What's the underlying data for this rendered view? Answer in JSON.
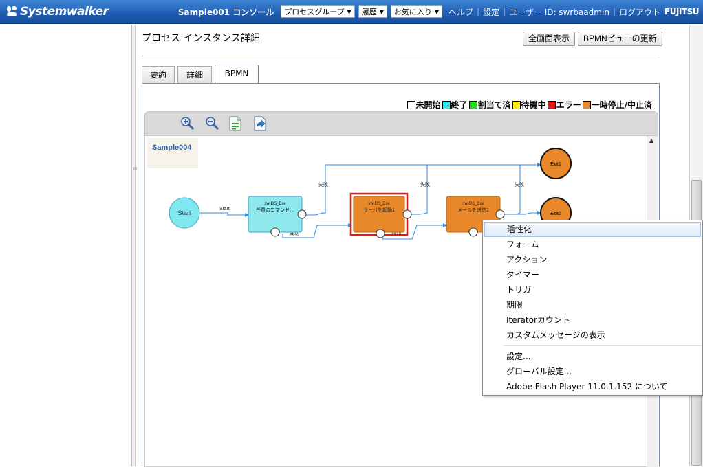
{
  "header": {
    "brand": "Systemwalker",
    "console_title": "Sample001 コンソール",
    "menus": [
      {
        "label": "プロセスグループ"
      },
      {
        "label": "履歴"
      },
      {
        "label": "お気に入り"
      }
    ],
    "help_link": "ヘルプ",
    "settings_link": "設定",
    "user_label": "ユーザー ID: swrbaadmin",
    "logout_link": "ログアウト",
    "vendor": "FUJITSU",
    "separator": "|"
  },
  "page": {
    "title": "プロセス インスタンス詳細",
    "fullscreen_button": "全画面表示",
    "refresh_button": "BPMNビューの更新"
  },
  "tabs": [
    {
      "label": "要約"
    },
    {
      "label": "詳細"
    },
    {
      "label": "BPMN"
    }
  ],
  "legend": [
    {
      "label": "未開始",
      "color": "#ffffff"
    },
    {
      "label": "終了",
      "color": "#33e6f0"
    },
    {
      "label": "割当て済",
      "color": "#22dd22"
    },
    {
      "label": "待機中",
      "color": "#ffee00"
    },
    {
      "label": "エラー",
      "color": "#ee1111"
    },
    {
      "label": "一時停止/中止済",
      "color": "#e8882a"
    }
  ],
  "toolbar_icons": [
    "zoom-in-icon",
    "zoom-out-icon",
    "fit-page-icon",
    "export-icon"
  ],
  "diagram": {
    "process_name": "Sample004",
    "start_label": "Start",
    "tasks": [
      {
        "type": "sw-DS_Exe",
        "label": "任意のコマンド…",
        "status_color": "#8ee8ee"
      },
      {
        "type": "sw-DS_Exe",
        "label": "サーバを起動1",
        "status_color": "#e8882a"
      },
      {
        "type": "sw-DS_Exe",
        "label": "メールを送信1",
        "status_color": "#e8882a"
      }
    ],
    "exits": [
      "Exit1",
      "Exit2"
    ],
    "edge_labels": {
      "start": "Start",
      "fail": "失敗",
      "success": "成功"
    }
  },
  "context_menu": {
    "items": [
      "活性化",
      "フォーム",
      "アクション",
      "タイマー",
      "トリガ",
      "期限",
      "Iteratorカウント",
      "カスタムメッセージの表示"
    ],
    "items2": [
      "設定...",
      "グローバル設定...",
      "Adobe Flash Player 11.0.1.152  について"
    ]
  }
}
